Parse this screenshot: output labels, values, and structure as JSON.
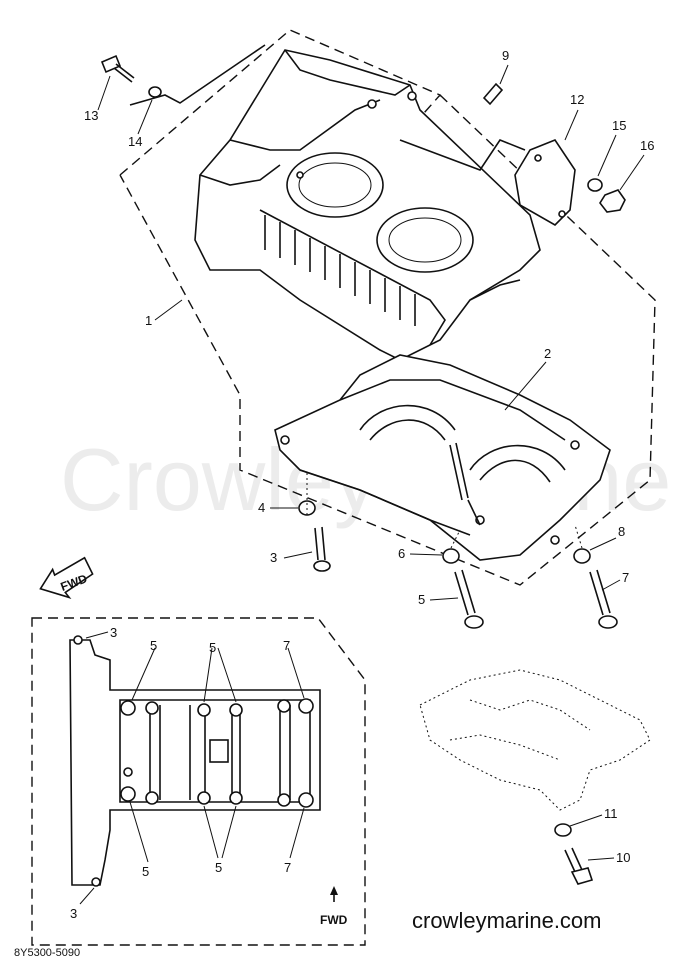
{
  "watermark": "Crowley Marine",
  "site": "crowleymarine.com",
  "diagram_code": "8Y5300-5090",
  "fwd_label": "FWD",
  "fwd_label_box": "FWD",
  "callouts": {
    "p1": "1",
    "p2": "2",
    "p3a": "3",
    "p4": "4",
    "p5a": "5",
    "p6": "6",
    "p7a": "7",
    "p8": "8",
    "p9": "9",
    "p10": "10",
    "p11": "11",
    "p12": "12",
    "p13": "13",
    "p14": "14",
    "p15": "15",
    "p16": "16",
    "i3a": "3",
    "i3b": "3",
    "i5a": "5",
    "i5b": "5",
    "i5c": "5",
    "i5d": "5",
    "i7a": "7",
    "i7b": "7"
  }
}
